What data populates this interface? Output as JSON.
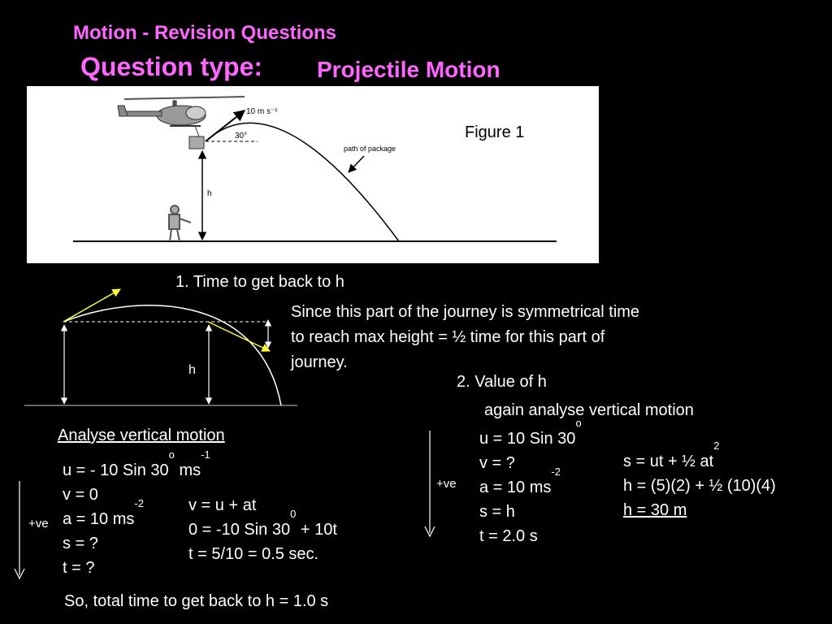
{
  "header": {
    "title": "Motion - Revision Questions",
    "question_type_label": "Question type:",
    "question_type_value": "Projectile Motion"
  },
  "figure": {
    "caption": "Figure 1",
    "velocity_label": "10 m s⁻¹",
    "angle_label": "30°",
    "height_label": "h",
    "path_label": "path of package"
  },
  "part1": {
    "heading": "1. Time to get back to h",
    "explanation": [
      "Since this part of the journey is symmetrical time",
      "to reach max height = ½ time for this part of",
      "journey."
    ],
    "sketch_height_label": "h",
    "analyse_label": "Analyse vertical motion",
    "positive_label": "+ve",
    "knowns": {
      "u": {
        "text": "u = - 10 Sin 30",
        "sup": "o",
        "unit": " ms",
        "unit_sup": "-1"
      },
      "v": "v = 0",
      "a": {
        "text": "a = 10 ms",
        "sup": "-2"
      },
      "s": "s = ?",
      "t": "t = ?"
    },
    "working": {
      "eq": "v = u + at",
      "sub": {
        "text": "0 = -10 Sin 30",
        "sup": "0",
        "rest": " + 10t"
      },
      "result": "t = 5/10 = 0.5 sec."
    },
    "conclusion": "So, total time to get back to h = 1.0 s"
  },
  "part2": {
    "heading": "2. Value of h",
    "subheading": "again analyse vertical motion",
    "positive_label": "+ve",
    "knowns": {
      "u": {
        "text": "u = 10 Sin 30",
        "sup": "o"
      },
      "v": "v = ?",
      "a": {
        "text": "a = 10 ms",
        "sup": "-2"
      },
      "s": "s = h",
      "t": "t = 2.0 s"
    },
    "working": {
      "eq": {
        "text": "s = ut + ½ at",
        "sup": "2"
      },
      "sub": "h = (5)(2) + ½ (10)(4)",
      "answer": "h = 30 m"
    }
  },
  "colors": {
    "background": "#000000",
    "heading": "#ff66ff",
    "text": "#ffffff",
    "velocity_arrow": "#ffff33"
  }
}
